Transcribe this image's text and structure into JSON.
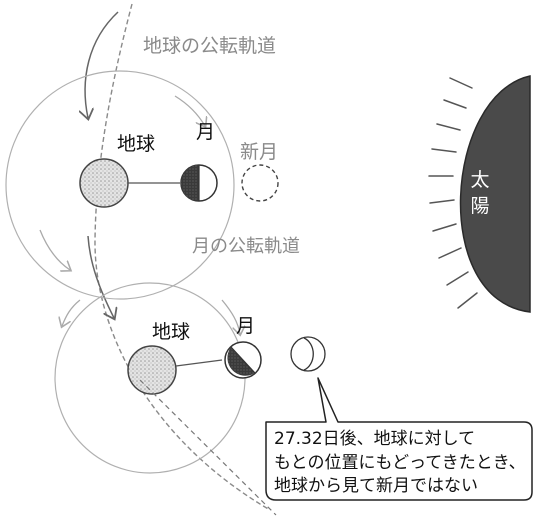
{
  "labels": {
    "earth_orbit": "地球の公転軌道",
    "moon_orbit": "月の公転軌道",
    "earth_top": "地球",
    "moon_top": "月",
    "new_moon": "新月",
    "earth_bottom": "地球",
    "moon_bottom": "月",
    "sun_line1": "太",
    "sun_line2": "陽"
  },
  "callout": {
    "line1": "27.32日後、地球に対して",
    "line2": "もとの位置にもどってきたとき、",
    "line3": "地球から見て新月ではない"
  }
}
